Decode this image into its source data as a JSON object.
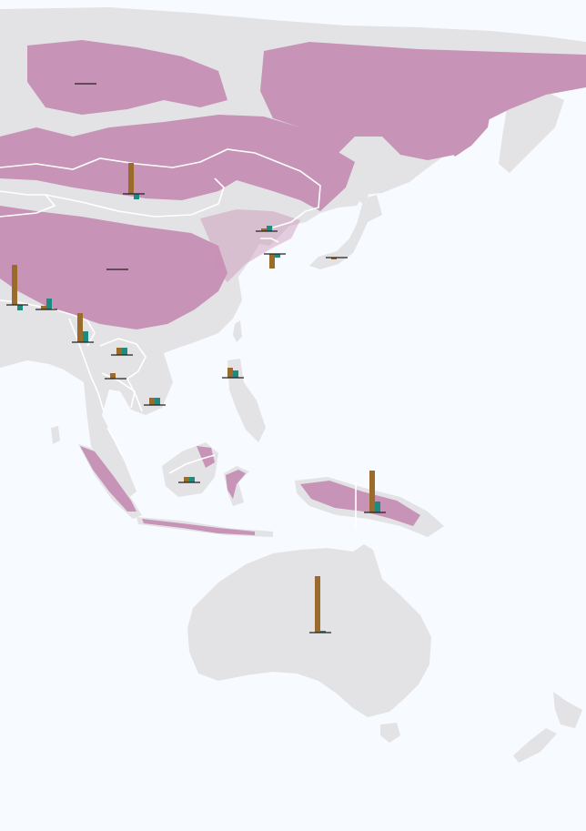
{
  "colors": {
    "ocean": "#f7fbff",
    "land": "#e3e3e5",
    "forest": "#c793b6",
    "forest_light": "#dcb6cf",
    "border": "#ffffff",
    "bar_primary": "#9a6b2b",
    "bar_secondary": "#1f8a80",
    "baseline": "#222222",
    "top_strip": "#fdefd9"
  },
  "map_layers": [
    "land",
    "forest-cover",
    "country-borders",
    "bar-markers"
  ],
  "markers": [
    {
      "id": "northern-russia",
      "primary": 0,
      "secondary": 0
    },
    {
      "id": "mongolia",
      "primary": 34,
      "secondary": -6
    },
    {
      "id": "china",
      "primary": 0,
      "secondary": 0
    },
    {
      "id": "northern-india",
      "primary": 44,
      "secondary": -6
    },
    {
      "id": "nepal-bhutan",
      "primary": 4,
      "secondary": 12
    },
    {
      "id": "myanmar",
      "primary": 32,
      "secondary": 12
    },
    {
      "id": "laos",
      "primary": 8,
      "secondary": 8
    },
    {
      "id": "thailand",
      "primary": 6,
      "secondary": 0
    },
    {
      "id": "cambodia-vietnam",
      "primary": 8,
      "secondary": 8
    },
    {
      "id": "philippines",
      "primary": 11,
      "secondary": 8
    },
    {
      "id": "north-korea",
      "primary": 3,
      "secondary": 6
    },
    {
      "id": "south-korea",
      "primary": -16,
      "secondary": -4
    },
    {
      "id": "japan",
      "primary": -2,
      "secondary": 0
    },
    {
      "id": "borneo",
      "primary": 6,
      "secondary": 6
    },
    {
      "id": "papua-new-guinea",
      "primary": 46,
      "secondary": 12
    },
    {
      "id": "australia",
      "primary": 62,
      "secondary": 2
    }
  ]
}
